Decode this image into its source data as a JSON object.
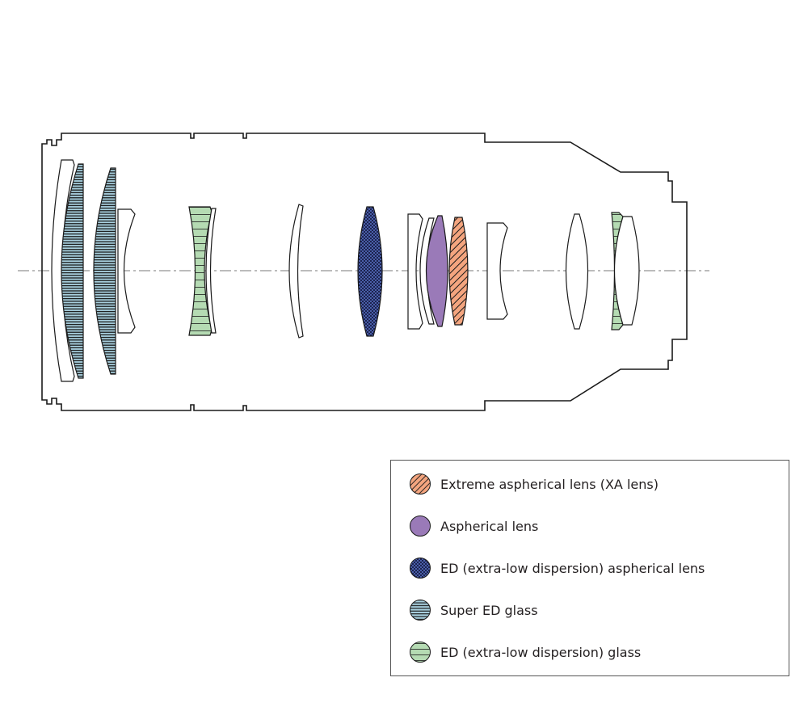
{
  "colors": {
    "xa_lens": "#f4a57f",
    "aspherical_lens": "#9a7ab8",
    "ed_aspherical_lens": "#4a5fa8",
    "super_ed_glass": "#a8d0df",
    "ed_glass": "#b5dbb3",
    "outline": "#1a1a1a"
  },
  "legend": {
    "items": [
      {
        "key": "xa_lens",
        "icon": "diagonal-hatch-circle-icon",
        "label": "Extreme aspherical lens (XA lens)"
      },
      {
        "key": "aspherical_lens",
        "icon": "solid-circle-icon",
        "label": "Aspherical lens"
      },
      {
        "key": "ed_aspherical_lens",
        "icon": "checker-circle-icon",
        "label": "ED (extra-low dispersion) aspherical lens"
      },
      {
        "key": "super_ed_glass",
        "icon": "dense-stripe-circle-icon",
        "label": "Super ED glass"
      },
      {
        "key": "ed_glass",
        "icon": "sparse-stripe-circle-icon",
        "label": "ED (extra-low dispersion) glass"
      }
    ]
  }
}
